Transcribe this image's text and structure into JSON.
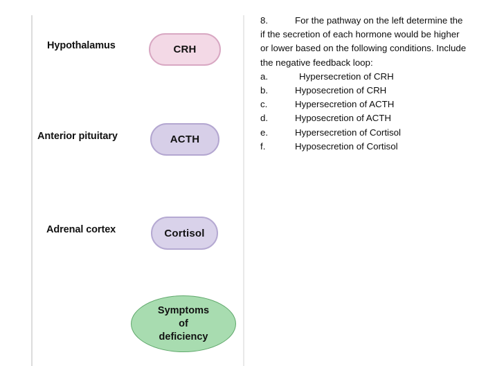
{
  "diagram": {
    "organs": [
      {
        "name": "hypothalamus",
        "label": "Hypothalamus"
      },
      {
        "name": "anterior-pituitary",
        "label": "Anterior pituitary"
      },
      {
        "name": "adrenal-cortex",
        "label": "Adrenal cortex"
      }
    ],
    "hormones": [
      {
        "name": "crh",
        "label": "CRH",
        "fill": "#f3d9e6",
        "border": "#d8a7c2"
      },
      {
        "name": "acth",
        "label": "ACTH",
        "fill": "#d7cfe8",
        "border": "#b3a6d0"
      },
      {
        "name": "cortisol",
        "label": "Cortisol",
        "fill": "#d9d2ea",
        "border": "#b5a9d2"
      }
    ],
    "outcome": {
      "name": "symptoms-of-deficiency",
      "line1": "Symptoms",
      "line2": "of",
      "line3": "deficiency",
      "fill": "#a8dcb0",
      "border": "#5fa86b"
    }
  },
  "question": {
    "number": "8.",
    "text": "For the pathway on the left determine the if the secretion of each hormone would be higher or lower based on the following conditions. Include the negative feedback loop:",
    "options": [
      {
        "marker": "a.",
        "text": "Hypersecretion of CRH"
      },
      {
        "marker": "b.",
        "text": "Hyposecretion of CRH"
      },
      {
        "marker": "c.",
        "text": "Hypersecretion of ACTH"
      },
      {
        "marker": "d.",
        "text": "Hyposecretion of ACTH"
      },
      {
        "marker": "e.",
        "text": "Hypersecretion of Cortisol"
      },
      {
        "marker": "f.",
        "text": "Hyposecretion of Cortisol"
      }
    ]
  }
}
